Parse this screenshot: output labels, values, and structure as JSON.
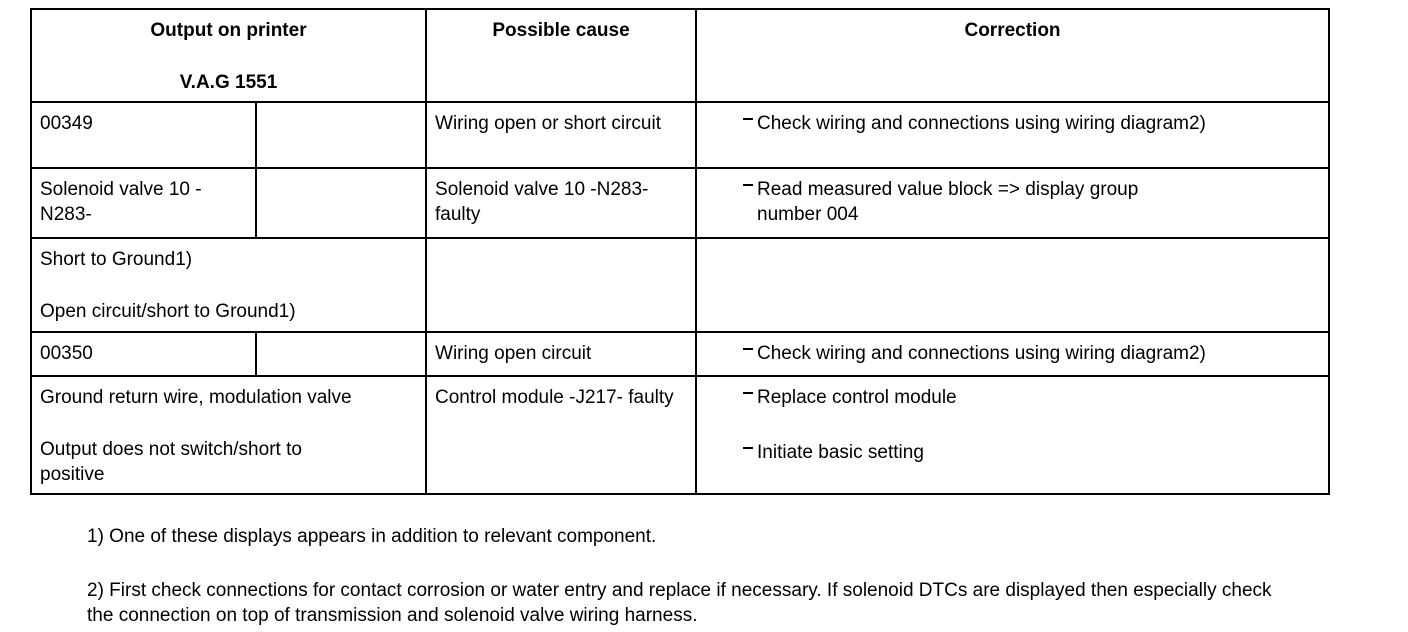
{
  "header": {
    "col1_line1": "Output on printer",
    "col1_line2": "V.A.G 1551",
    "col2": "Possible cause",
    "col3": "Correction"
  },
  "rows": [
    {
      "code": "00349",
      "cause": "Wiring open or short circuit",
      "correction": [
        "Check wiring and connections using wiring diagram2)"
      ]
    },
    {
      "code": "Solenoid valve 10 -N283-",
      "cause": "Solenoid valve 10 -N283- faulty",
      "correction": [
        "Read measured value block => display group number 004"
      ]
    },
    {
      "lines": [
        "Short to Ground1)",
        "Open circuit/short to Ground1)"
      ]
    },
    {
      "code": "00350",
      "cause": "Wiring open circuit",
      "correction": [
        "Check wiring and connections using wiring diagram2)"
      ]
    },
    {
      "lines": [
        "Ground return wire, modulation valve",
        "Output does not switch/short to positive"
      ],
      "cause": "Control module -J217- faulty",
      "correction": [
        "Replace control module",
        "Initiate basic setting"
      ]
    }
  ],
  "notes": [
    "1) One of these displays appears in addition to relevant component.",
    "2) First check connections for contact corrosion or water entry and replace if necessary. If solenoid DTCs are displayed then especially check the connection on top of transmission and solenoid valve wiring harness."
  ]
}
